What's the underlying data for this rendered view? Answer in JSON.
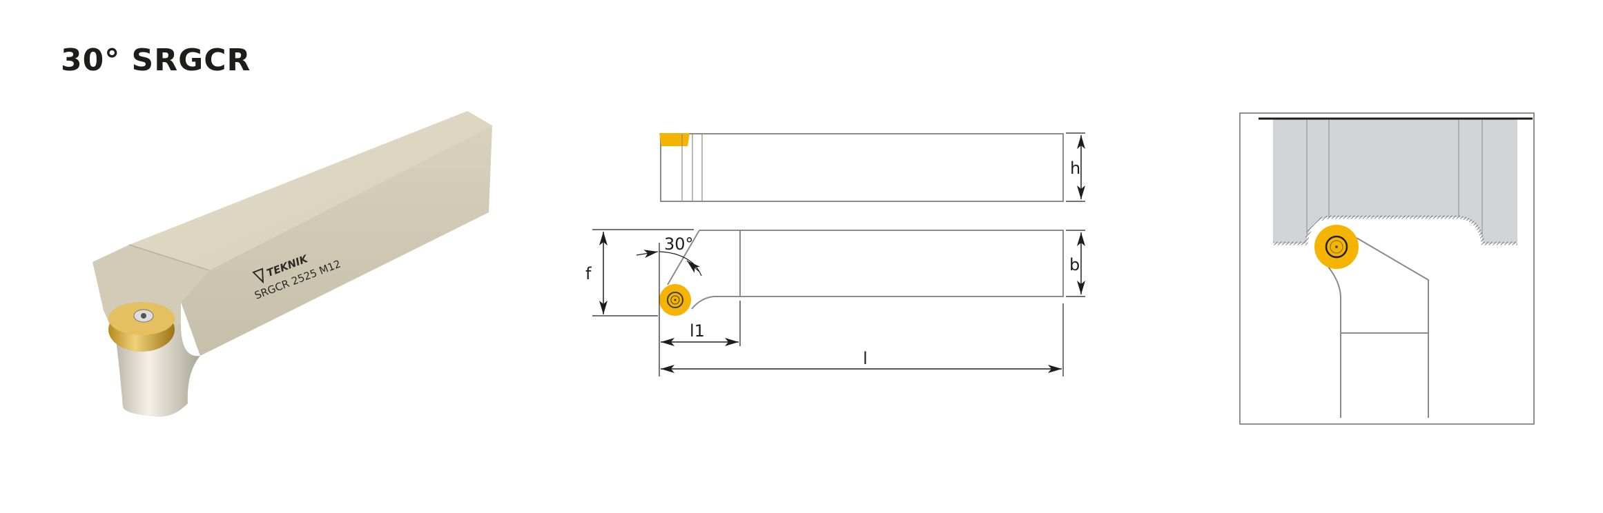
{
  "title": "30° SRGCR",
  "product_image": {
    "brand": "TEKNIK",
    "engraving": "SRGCR 2525 M12"
  },
  "drawing": {
    "dimensions": {
      "h": "h",
      "b": "b",
      "f": "f",
      "l1": "l1",
      "l": "l",
      "angle": "30°"
    }
  },
  "colors": {
    "insert": "#f5b400",
    "workpiece": "#d3d4d8",
    "tool_body": "#d9d3c0",
    "line": "#1d1d1b"
  }
}
